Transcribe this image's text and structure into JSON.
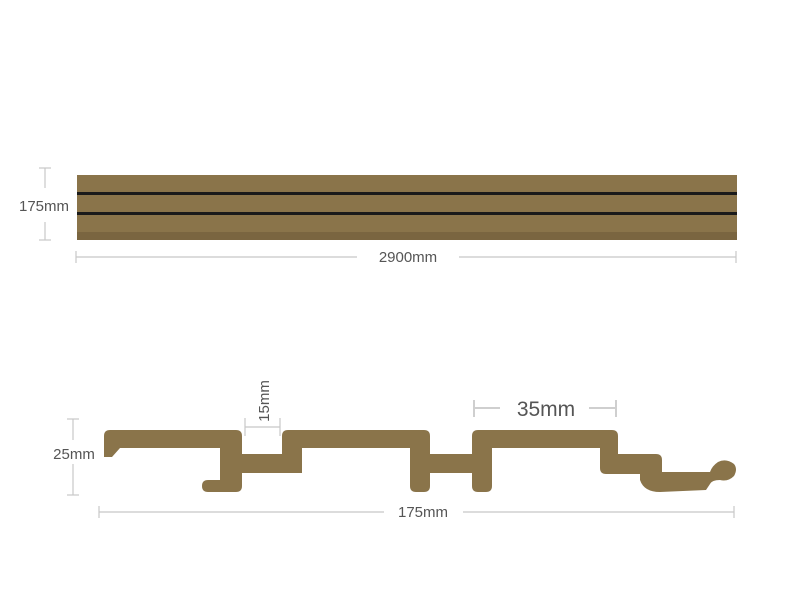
{
  "colors": {
    "board": "#8a744a",
    "board_dark": "#7a6540",
    "groove": "#1a1a1a",
    "dimension_line": "#c8c8c8",
    "dimension_text": "#555555"
  },
  "top_view": {
    "height_label": "175mm",
    "length_label": "2900mm"
  },
  "profile_view": {
    "thickness_label": "25mm",
    "groove_depth_label": "15mm",
    "slat_width_label": "35mm",
    "width_label": "175mm"
  }
}
